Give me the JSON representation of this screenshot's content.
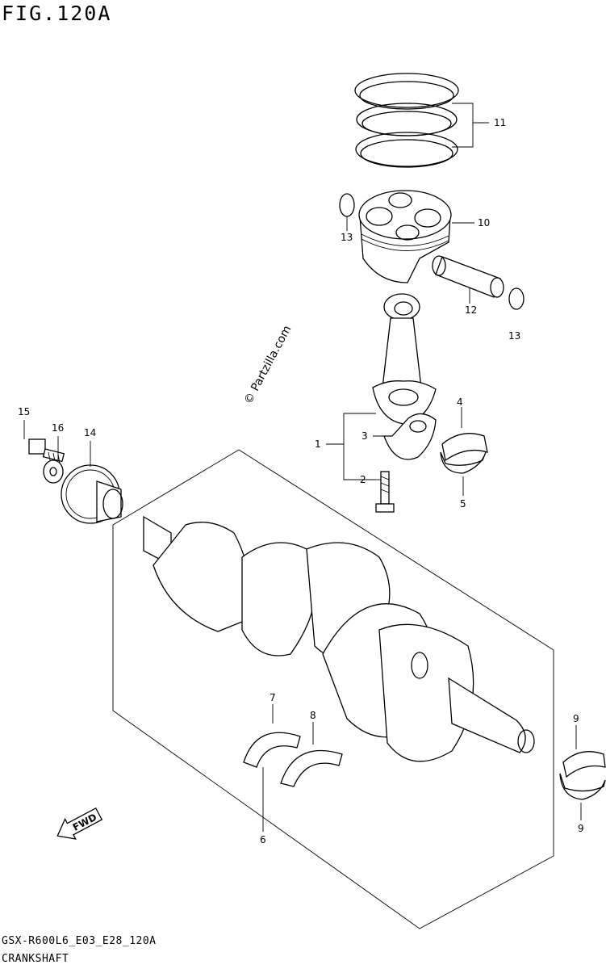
{
  "figure": {
    "title": "FIG.120A",
    "code": "GSX-R600L6_E03_E28_120A",
    "caption": "CRANKSHAFT",
    "watermark": "© Partzilla.com"
  },
  "callouts": [
    {
      "id": "c11",
      "label": "11"
    },
    {
      "id": "c10",
      "label": "10"
    },
    {
      "id": "c13a",
      "label": "13"
    },
    {
      "id": "c12",
      "label": "12"
    },
    {
      "id": "c13b",
      "label": "13"
    },
    {
      "id": "c1",
      "label": "1"
    },
    {
      "id": "c3",
      "label": "3"
    },
    {
      "id": "c2",
      "label": "2"
    },
    {
      "id": "c4",
      "label": "4"
    },
    {
      "id": "c5",
      "label": "5"
    },
    {
      "id": "c15",
      "label": "15"
    },
    {
      "id": "c16",
      "label": "16"
    },
    {
      "id": "c14",
      "label": "14"
    },
    {
      "id": "c7",
      "label": "7"
    },
    {
      "id": "c8",
      "label": "8"
    },
    {
      "id": "c6",
      "label": "6"
    },
    {
      "id": "c9a",
      "label": "9"
    },
    {
      "id": "c9b",
      "label": "9"
    }
  ],
  "fwd_arrow": {
    "label": "FWD",
    "icon": "fwd-arrow-icon"
  }
}
